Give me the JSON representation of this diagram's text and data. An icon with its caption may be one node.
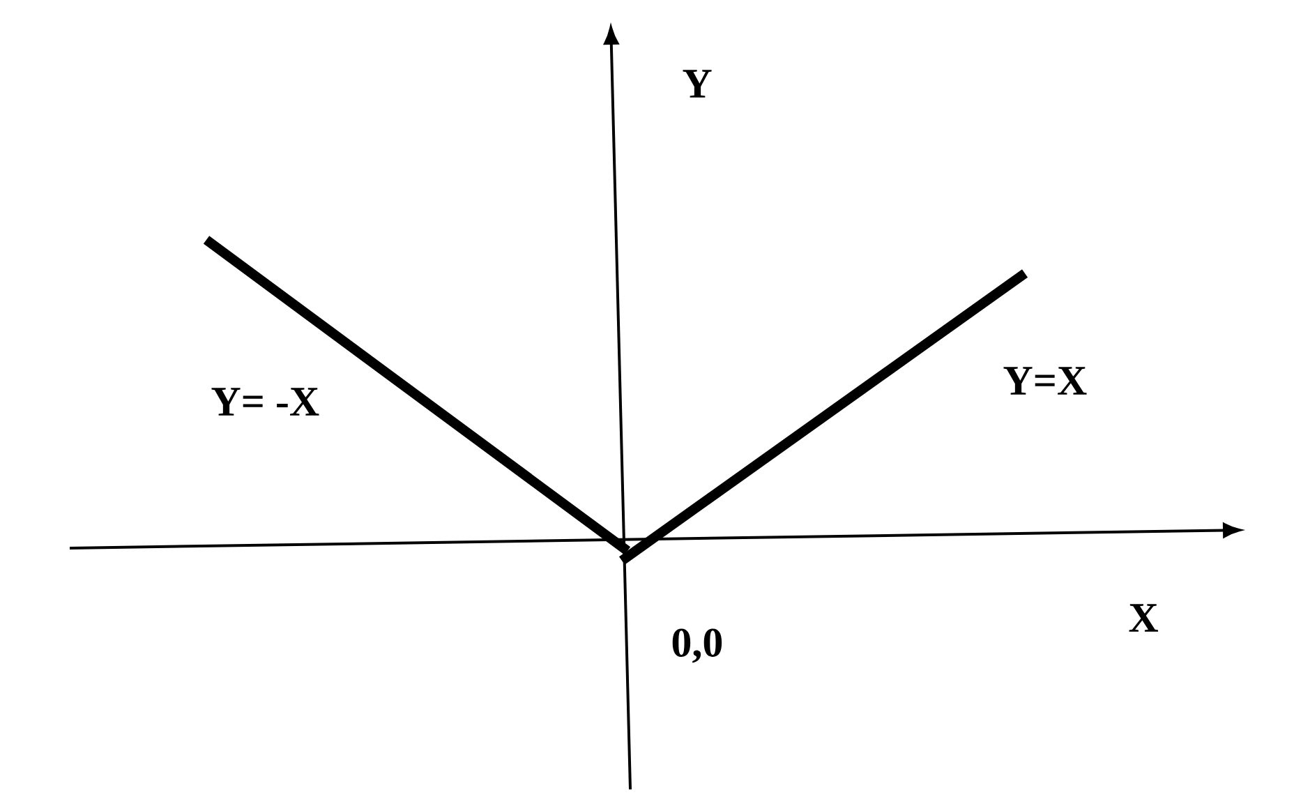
{
  "diagram": {
    "labels": [
      "Y",
      "Y= -X",
      "Y=X",
      "0,0",
      "X"
    ]
  }
}
